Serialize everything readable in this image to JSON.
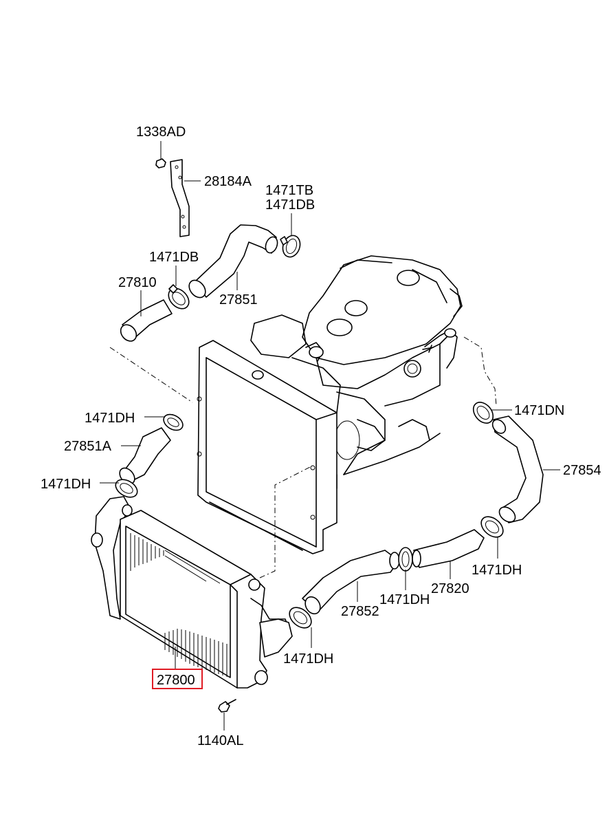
{
  "labels": {
    "p1338AD": "1338AD",
    "p28184A": "28184A",
    "p1471TB": "1471TB",
    "p1471DB_top": "1471DB",
    "p1471DB_left": "1471DB",
    "p27810": "27810",
    "p27851": "27851",
    "p1471DH_a": "1471DH",
    "p27851A": "27851A",
    "p1471DH_b": "1471DH",
    "p1471DN": "1471DN",
    "p27854": "27854",
    "p1471DH_c": "1471DH",
    "p27820": "27820",
    "p1471DH_d": "1471DH",
    "p27852": "27852",
    "p1471DH_e": "1471DH",
    "p27800": "27800",
    "p1140AL": "1140AL"
  },
  "highlighted_part": "27800",
  "colors": {
    "line": "#000000",
    "background": "#ffffff",
    "highlight_box": "#e01b24"
  }
}
